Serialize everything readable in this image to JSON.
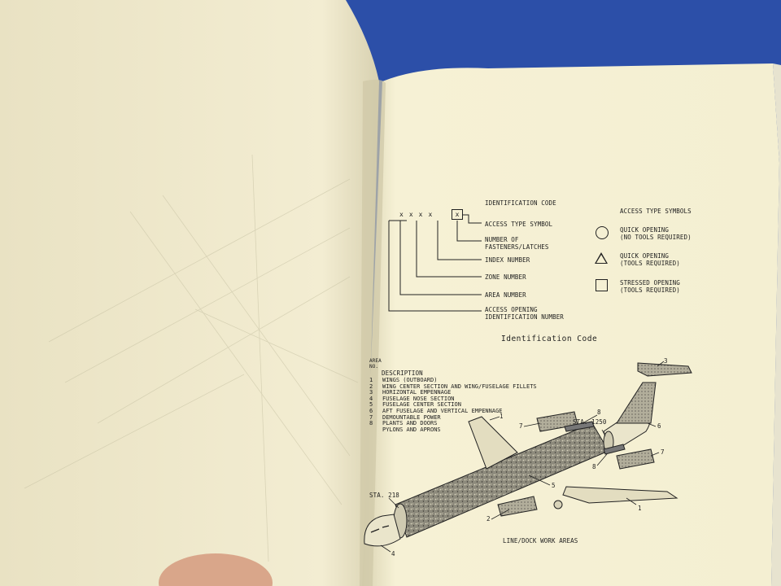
{
  "code_diagram": {
    "heading": "IDENTIFICATION CODE",
    "x_marks": [
      "x",
      "x",
      "x",
      "x"
    ],
    "box_mark": "x",
    "labels": {
      "access_type_symbol": "ACCESS TYPE SYMBOL",
      "fasteners": "NUMBER OF\nFASTENERS/LATCHES",
      "index": "INDEX NUMBER",
      "zone": "ZONE NUMBER",
      "area": "AREA NUMBER",
      "opening": "ACCESS OPENING\nIDENTIFICATION NUMBER"
    },
    "caption": "Identification Code"
  },
  "access_symbols": {
    "heading": "ACCESS TYPE SYMBOLS",
    "items": [
      {
        "shape": "circle",
        "label": "QUICK OPENING\n(NO TOOLS REQUIRED)"
      },
      {
        "shape": "triangle",
        "label": "QUICK OPENING\n(TOOLS REQUIRED)"
      },
      {
        "shape": "square",
        "label": "STRESSED OPENING\n(TOOLS REQUIRED)"
      }
    ]
  },
  "area_table": {
    "col_no": "AREA\nNO.",
    "col_desc": "DESCRIPTION",
    "rows": [
      {
        "no": "1",
        "desc": "WINGS (OUTBOARD)"
      },
      {
        "no": "2",
        "desc": "WING CENTER SECTION AND WING/FUSELAGE FILLETS"
      },
      {
        "no": "3",
        "desc": "HORIZONTAL EMPENNAGE"
      },
      {
        "no": "4",
        "desc": "FUSELAGE NOSE SECTION"
      },
      {
        "no": "5",
        "desc": "FUSELAGE CENTER SECTION"
      },
      {
        "no": "6",
        "desc": "AFT FUSELAGE AND VERTICAL EMPENNAGE"
      },
      {
        "no": "7",
        "desc": "DEMOUNTABLE POWER"
      },
      {
        "no": "8",
        "desc": "PLANTS AND DOORS"
      },
      {
        "no": "",
        "desc": "PYLONS AND APRONS"
      }
    ]
  },
  "aircraft": {
    "sta_front": "STA. 218",
    "sta_rear": "STA. 1250",
    "callouts": [
      "1",
      "1",
      "2",
      "3",
      "4",
      "5",
      "6",
      "7",
      "7",
      "8",
      "8"
    ],
    "caption": "LINE/DOCK WORK AREAS"
  },
  "colors": {
    "page_right": "#f6f1d3",
    "page_left": "#f2ecd0",
    "backdrop": "#2c4fa8",
    "ink": "#1e1e1e"
  }
}
